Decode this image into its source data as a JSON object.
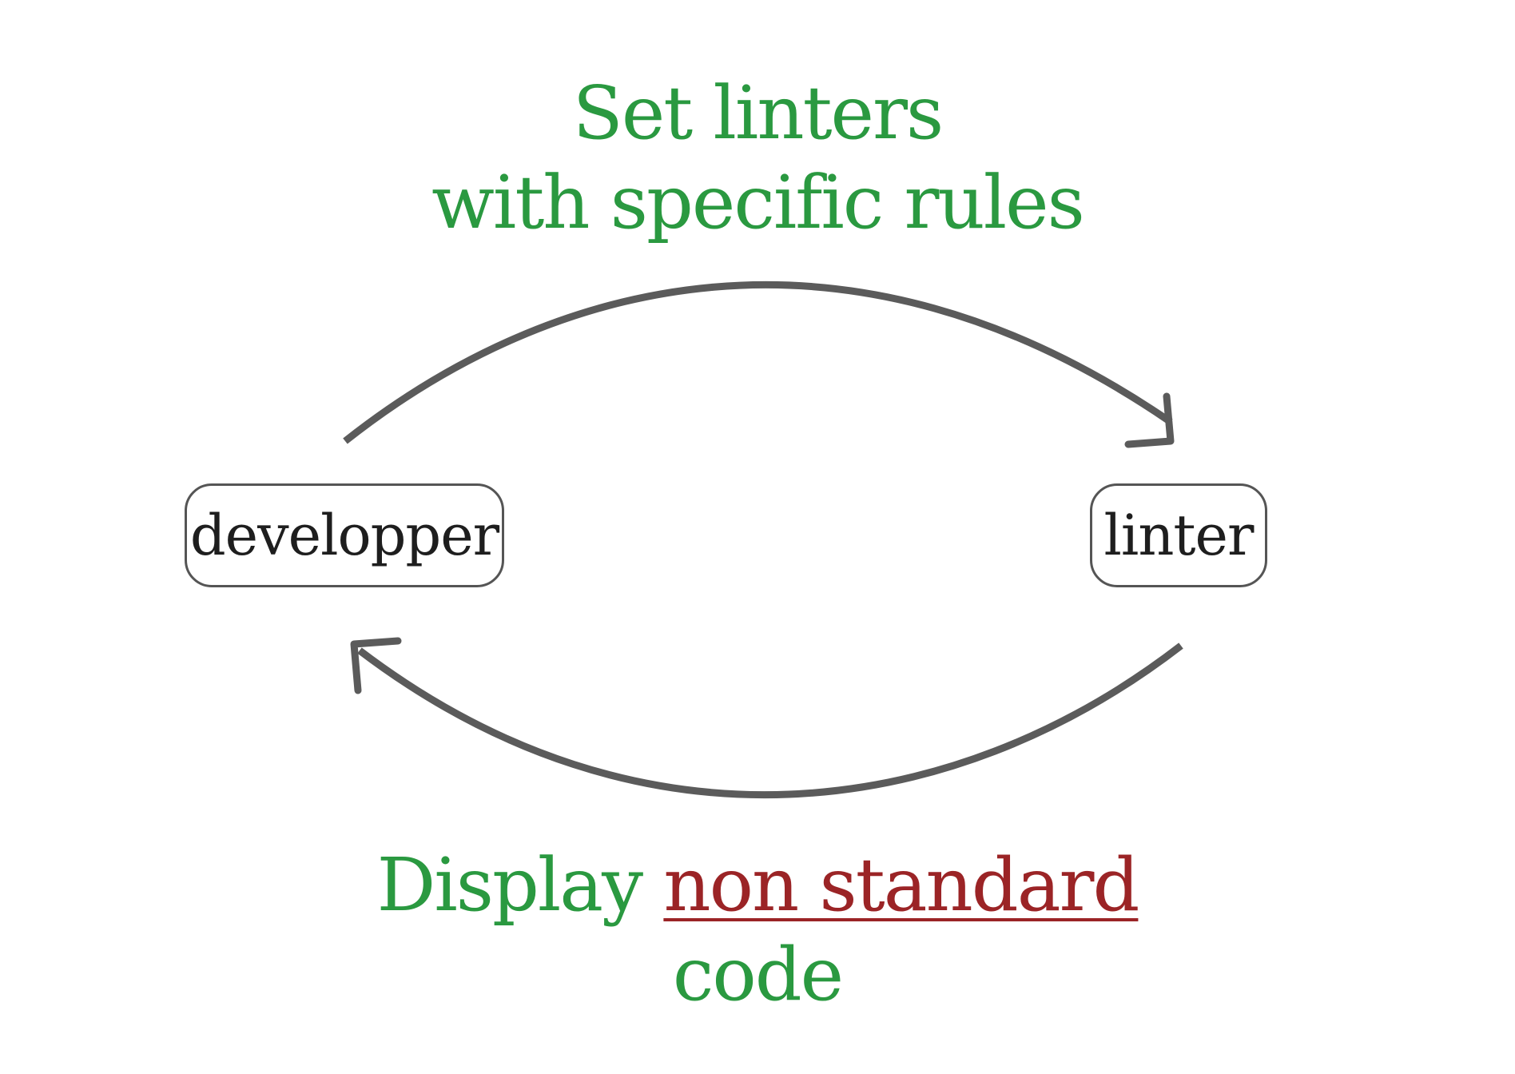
{
  "colors": {
    "label_green": "#2a9940",
    "emphasis_red": "#9b2426",
    "arrow_gray": "#5b5b5b",
    "node_border": "#555555",
    "node_text": "#1e1e1e",
    "background": "#ffffff"
  },
  "top_label": {
    "line1": "Set linters",
    "line2": "with specific rules"
  },
  "bottom_label": {
    "prefix": "Display",
    "emphasis": "non standard",
    "line2": "code"
  },
  "nodes": {
    "developer": "developper",
    "linter": "linter"
  },
  "edges": [
    {
      "from": "developper",
      "to": "linter",
      "label_ref": "top_label"
    },
    {
      "from": "linter",
      "to": "developper",
      "label_ref": "bottom_label"
    }
  ]
}
